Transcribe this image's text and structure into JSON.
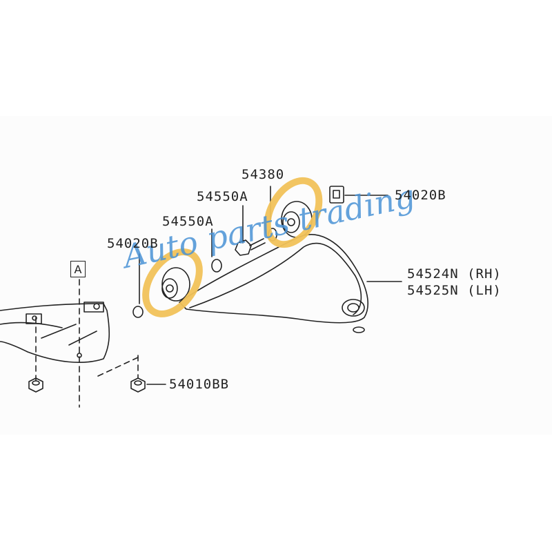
{
  "diagram": {
    "type": "exploded parts diagram",
    "subject": "upper control arm assembly with bushings",
    "reference_box": "A",
    "labels": [
      {
        "id": "54380",
        "text": "54380"
      },
      {
        "id": "54550A_upper",
        "text": "54550A"
      },
      {
        "id": "54550A_lower",
        "text": "54550A"
      },
      {
        "id": "54020B_right",
        "text": "54020B"
      },
      {
        "id": "54020B_left",
        "text": "54020B"
      },
      {
        "id": "54524N",
        "text": "54524N (RH)"
      },
      {
        "id": "54525N",
        "text": "54525N (LH)"
      },
      {
        "id": "54010BB",
        "text": "54010BB"
      }
    ],
    "highlights": [
      {
        "name": "upper-bushing-highlight",
        "color": "#f2c35a"
      },
      {
        "name": "lower-bushing-highlight",
        "color": "#f2c35a"
      }
    ],
    "watermark": {
      "text": "Auto parts trading",
      "color": "#4a93d6"
    },
    "line_color": "#222222"
  }
}
